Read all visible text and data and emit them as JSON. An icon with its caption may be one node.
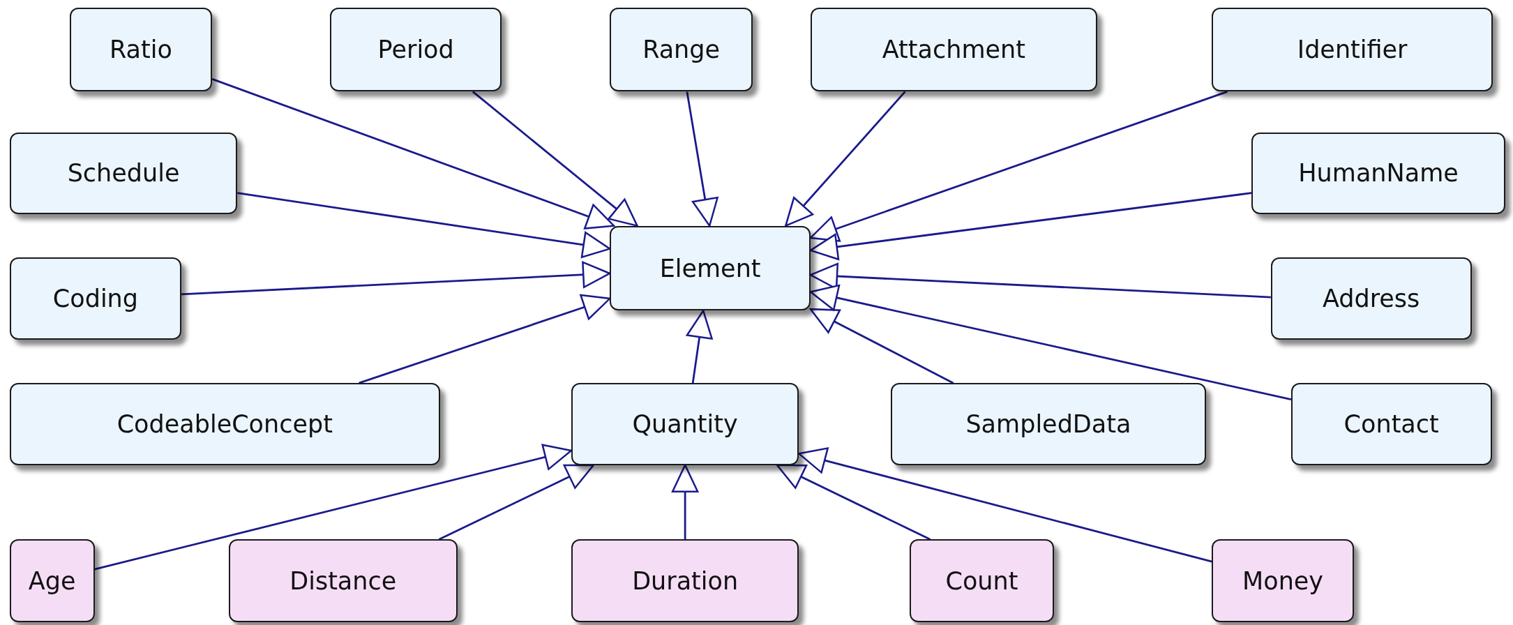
{
  "diagram": {
    "nodes": [
      {
        "text": [
          "Ratio"
        ]
      },
      {
        "text": [
          "Period"
        ]
      },
      {
        "text": [
          "Range"
        ]
      },
      {
        "text": [
          "Attachment"
        ]
      },
      {
        "text": [
          "Identifier"
        ]
      },
      {
        "text": [
          "Schedule"
        ]
      },
      {
        "text": [
          "HumanName"
        ]
      },
      {
        "text": [
          "Element"
        ]
      },
      {
        "text": [
          "Coding"
        ]
      },
      {
        "text": [
          "Address"
        ]
      },
      {
        "text": [
          "CodeableConcept"
        ]
      },
      {
        "text": [
          "Quantity"
        ]
      },
      {
        "text": [
          "SampledData"
        ]
      },
      {
        "text": [
          "Contact"
        ]
      },
      {
        "text": [
          "Age"
        ]
      },
      {
        "text": [
          "Distance"
        ]
      },
      {
        "text": [
          "Duration"
        ]
      },
      {
        "text": [
          "Count"
        ]
      },
      {
        "text": [
          "Money"
        ]
      }
    ],
    "edges": [
      {
        "from": 0,
        "to": 7,
        "arrow": "to"
      },
      {
        "from": 1,
        "to": 7,
        "arrow": "to"
      },
      {
        "from": 2,
        "to": 7,
        "arrow": "to"
      },
      {
        "from": 3,
        "to": 7,
        "arrow": "to"
      },
      {
        "from": 4,
        "to": 7,
        "arrow": "to"
      },
      {
        "from": 5,
        "to": 7,
        "arrow": "to"
      },
      {
        "from": 6,
        "to": 7,
        "arrow": "to"
      },
      {
        "from": 8,
        "to": 7,
        "arrow": "to"
      },
      {
        "from": 9,
        "to": 7,
        "arrow": "to"
      },
      {
        "from": 10,
        "to": 7,
        "arrow": "to"
      },
      {
        "from": 11,
        "to": 7,
        "arrow": "to"
      },
      {
        "from": 12,
        "to": 7,
        "arrow": "to"
      },
      {
        "from": 13,
        "to": 7,
        "arrow": "to"
      },
      {
        "from": 14,
        "to": 11,
        "arrow": "to"
      },
      {
        "from": 15,
        "to": 11,
        "arrow": "to"
      },
      {
        "from": 16,
        "to": 11,
        "arrow": "to"
      },
      {
        "from": 17,
        "to": 11,
        "arrow": "to"
      },
      {
        "from": 18,
        "to": 11,
        "arrow": "to"
      }
    ]
  }
}
